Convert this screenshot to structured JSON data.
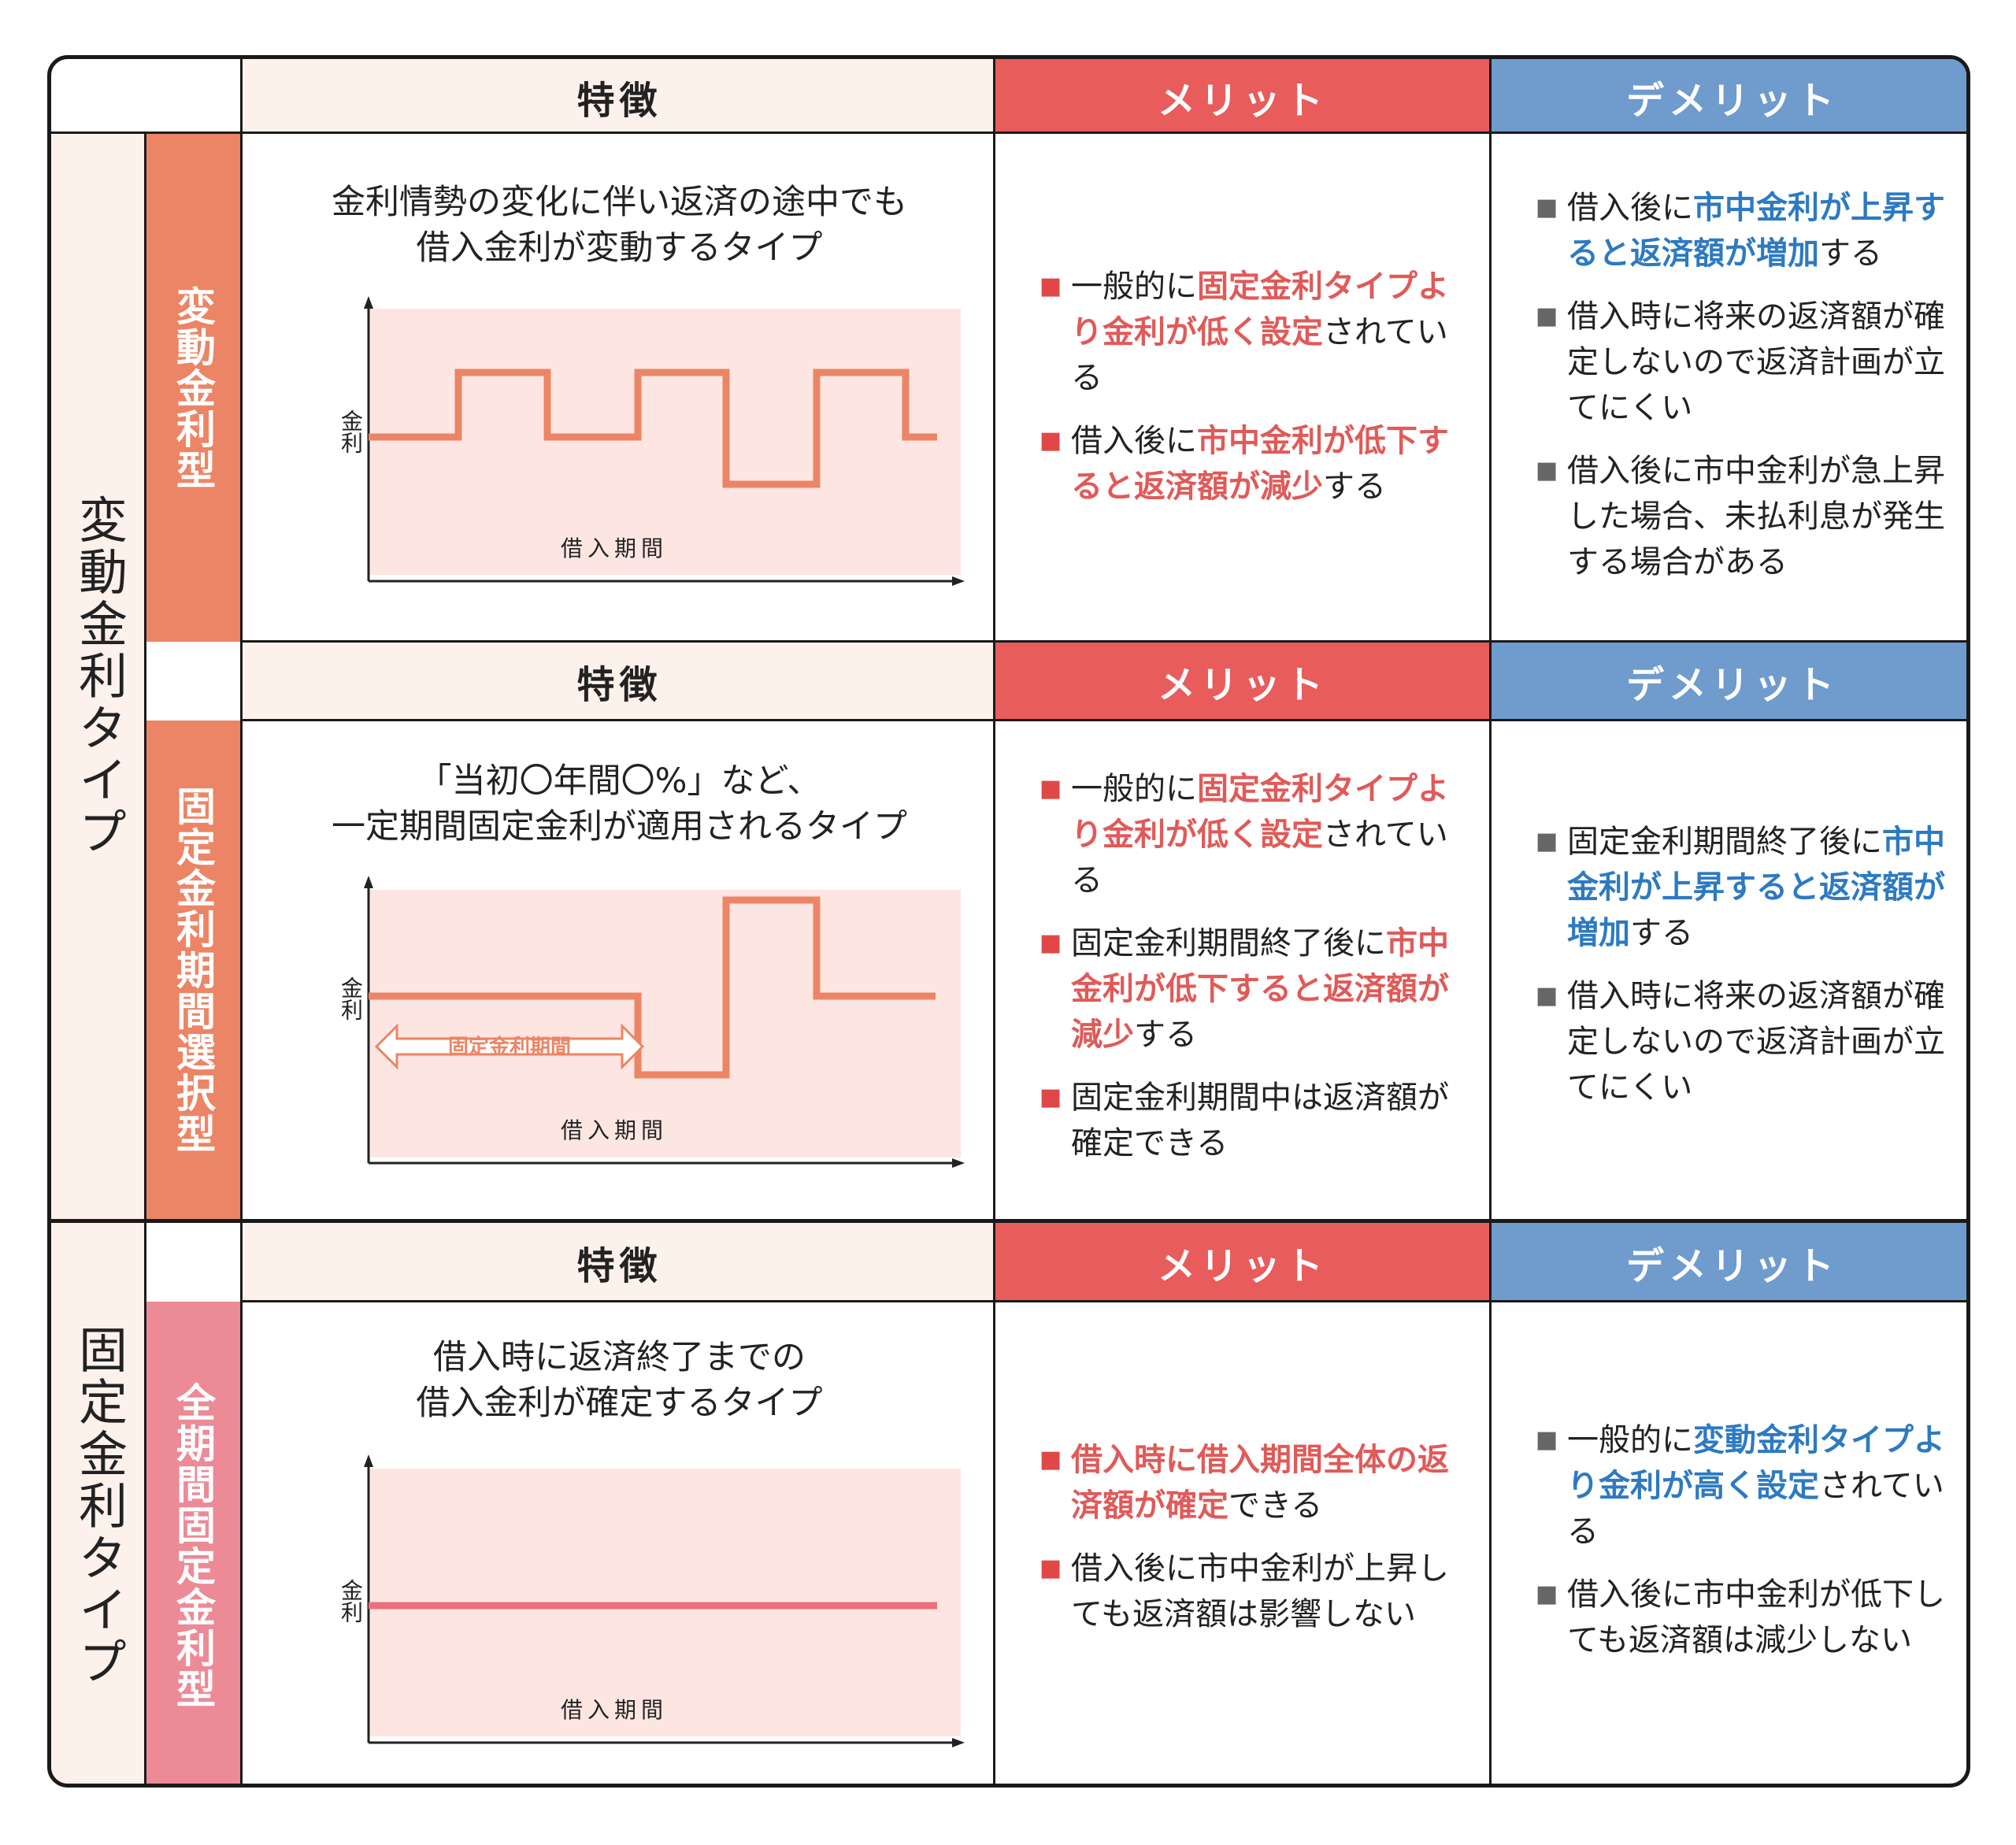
{
  "headers": {
    "feature": "特徴",
    "merit": "メリット",
    "demerit": "デメリット"
  },
  "groups": {
    "variable": {
      "label": "変動金利タイプ"
    },
    "fixed": {
      "label": "固定金利タイプ"
    }
  },
  "rows": [
    {
      "type_label": "変動金利型",
      "feature_line1": "金利情勢の変化に伴い返済の途中でも",
      "feature_line2": "借入金利が変動するタイプ",
      "chart": {
        "y_label": "金利",
        "x_label": "借入期間"
      },
      "merits": [
        {
          "plain_before": "一般的に",
          "highlight": "固定金利タイプより金利が低く設定",
          "plain_after": "されている"
        },
        {
          "plain_before": "借入後に",
          "highlight": "市中金利が低下すると返済額が減少",
          "plain_after": "する"
        }
      ],
      "demerits": [
        {
          "plain_before": "借入後に",
          "highlight": "市中金利が上昇すると返済額が増加",
          "plain_after": "する"
        },
        {
          "plain_before": "借入時に将来の返済額が確定しないので返済計画が立てにくい",
          "highlight": "",
          "plain_after": ""
        },
        {
          "plain_before": "借入後に市中金利が急上昇した場合、未払利息が発生する場合がある",
          "highlight": "",
          "plain_after": ""
        }
      ]
    },
    {
      "type_label": "固定金利期間選択型",
      "feature_line1": "「当初〇年間〇%」など、",
      "feature_line2": "一定期間固定金利が適用されるタイプ",
      "chart": {
        "y_label": "金利",
        "x_label": "借入期間",
        "period_label": "固定金利期間"
      },
      "merits": [
        {
          "plain_before": "一般的に",
          "highlight": "固定金利タイプより金利が低く設定",
          "plain_after": "されている"
        },
        {
          "plain_before": "固定金利期間終了後に",
          "highlight": "市中金利が低下すると返済額が減少",
          "plain_after": "する"
        },
        {
          "plain_before": "固定金利期間中は返済額が確定できる",
          "highlight": "",
          "plain_after": ""
        }
      ],
      "demerits": [
        {
          "plain_before": "固定金利期間終了後に",
          "highlight": "市中金利が上昇すると返済額が増加",
          "plain_after": "する"
        },
        {
          "plain_before": "借入時に将来の返済額が確定しないので返済計画が立てにくい",
          "highlight": "",
          "plain_after": ""
        }
      ]
    },
    {
      "type_label": "全期間固定金利型",
      "feature_line1": "借入時に返済終了までの",
      "feature_line2": "借入金利が確定するタイプ",
      "chart": {
        "y_label": "金利",
        "x_label": "借入期間"
      },
      "merits": [
        {
          "plain_before": "",
          "highlight": "借入時に借入期間全体の返済額が確定",
          "plain_after": "できる"
        },
        {
          "plain_before": "借入後に市中金利が上昇しても返済額は影響しない",
          "highlight": "",
          "plain_after": ""
        }
      ],
      "demerits": [
        {
          "plain_before": "一般的に",
          "highlight": "変動金利タイプより金利が高く設定",
          "plain_after": "されている"
        },
        {
          "plain_before": "借入後に市中金利が低下しても返済額は減少しない",
          "highlight": "",
          "plain_after": ""
        }
      ]
    }
  ],
  "bullet_mark": "■",
  "colors": {
    "merit_header": "#e85c5c",
    "demerit_header": "#6f9bcd",
    "feature_header": "#fdf1ec",
    "variable_type": "#ec8565",
    "fixed_type": "#ec8a96",
    "highlight_red": "#e05a58",
    "highlight_blue": "#2d7ac1"
  }
}
